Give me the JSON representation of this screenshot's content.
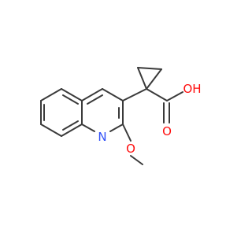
{
  "molecule": {
    "atoms": [
      {
        "id": "O_hydroxyl",
        "label": "OH",
        "color": "#ff0d0d"
      },
      {
        "id": "O_carbonyl",
        "label": "O",
        "color": "#ff0d0d"
      },
      {
        "id": "N_ring",
        "label": "N",
        "color": "#3050f8"
      },
      {
        "id": "O_methoxy",
        "label": "O",
        "color": "#ff0d0d"
      }
    ],
    "bond_color": "#3a3a3a",
    "background": "#ffffff"
  }
}
